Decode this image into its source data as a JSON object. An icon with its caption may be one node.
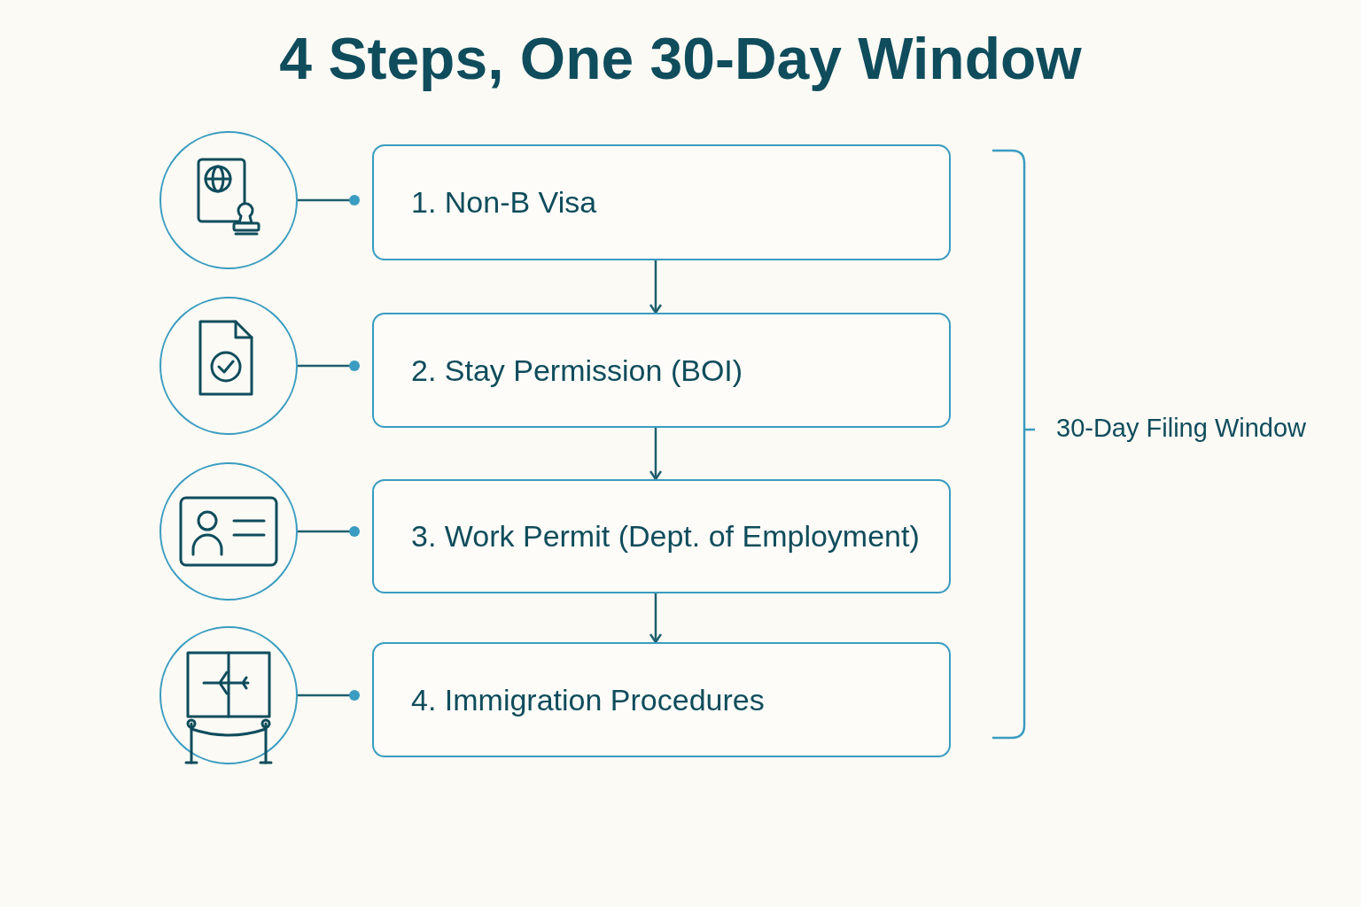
{
  "diagram": {
    "title": "4 Steps, One 30-Day Window",
    "nodes": [
      {
        "text": [],
        "shape": "circle"
      },
      {
        "text": [],
        "shape": "circle"
      },
      {
        "text": [],
        "shape": "circle"
      },
      {
        "text": [],
        "shape": "circle"
      },
      {
        "text": [
          "1. Non-B Visa"
        ]
      },
      {
        "text": [
          "2. Stay Permission (BOI)"
        ]
      },
      {
        "text": [
          "3. Work Permit (Dept. of Employment)"
        ]
      },
      {
        "text": [
          "4. Immigration Procedures"
        ]
      }
    ],
    "edges": [
      {
        "from": 0,
        "to": 4,
        "arrow": "other"
      },
      {
        "from": 1,
        "to": 5,
        "arrow": "other"
      },
      {
        "from": 2,
        "to": 6,
        "arrow": "other"
      },
      {
        "from": 3,
        "to": 7,
        "arrow": "other"
      },
      {
        "from": 4,
        "to": 5,
        "arrow": "to"
      },
      {
        "from": 5,
        "to": 6,
        "arrow": "to"
      },
      {
        "from": 6,
        "to": 7,
        "arrow": "to"
      }
    ],
    "labels": [
      "30-Day Filing Window"
    ]
  }
}
